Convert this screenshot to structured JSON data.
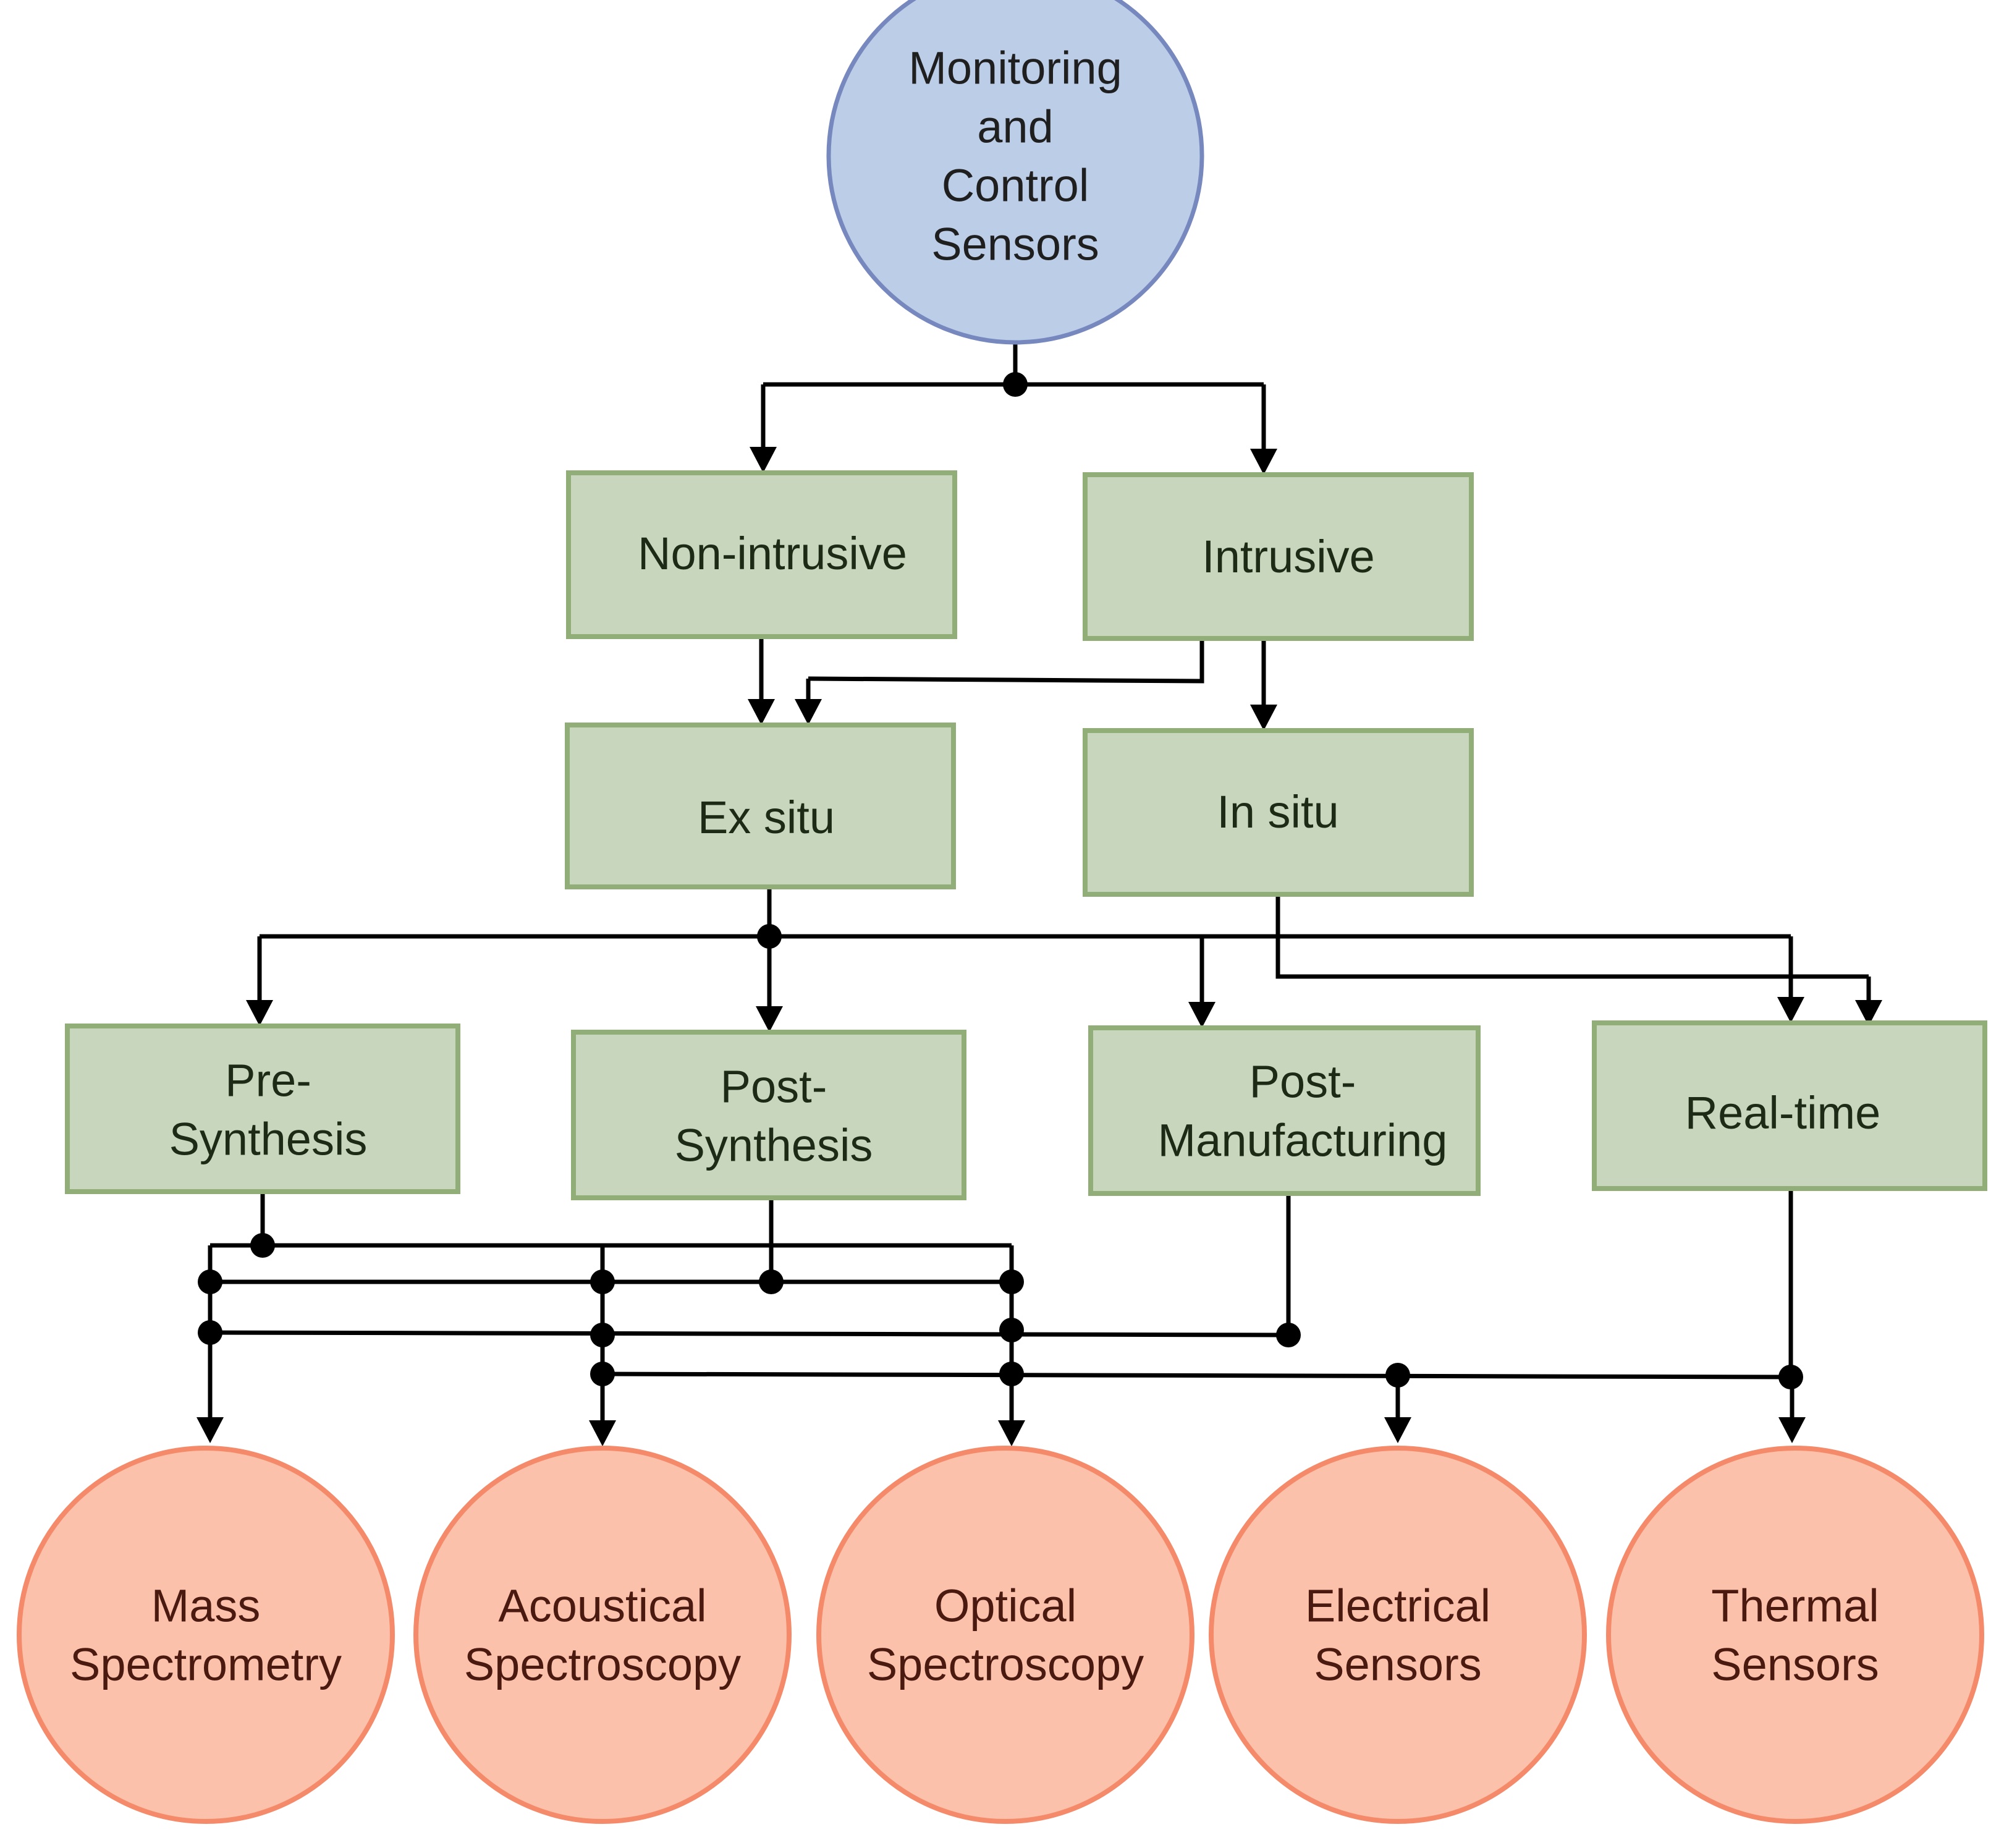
{
  "root": {
    "name": "monitoring-and-control-sensors",
    "lines": [
      "Monitoring",
      "and",
      " Control",
      "Sensors"
    ]
  },
  "level1": [
    {
      "name": "non-intrusive",
      "lines": [
        "Non-intrusive"
      ]
    },
    {
      "name": "intrusive",
      "lines": [
        "Intrusive"
      ]
    }
  ],
  "level2": [
    {
      "name": "ex-situ",
      "lines": [
        "Ex situ"
      ]
    },
    {
      "name": "in-situ",
      "lines": [
        "In situ"
      ]
    }
  ],
  "level3": [
    {
      "name": "pre-synthesis",
      "lines": [
        "Pre-",
        "Synthesis"
      ]
    },
    {
      "name": "post-synthesis",
      "lines": [
        "Post-",
        "Synthesis"
      ]
    },
    {
      "name": "post-manufacturing",
      "lines": [
        "Post-",
        "Manufacturing"
      ]
    },
    {
      "name": "real-time",
      "lines": [
        "Real-time"
      ]
    }
  ],
  "leaves": [
    {
      "name": "mass-spectrometry",
      "lines": [
        "Mass",
        "Spectrometry"
      ]
    },
    {
      "name": "acoustical-spectroscopy",
      "lines": [
        "Acoustical",
        "Spectroscopy"
      ]
    },
    {
      "name": "optical-spectroscopy",
      "lines": [
        "Optical",
        "Spectroscopy"
      ]
    },
    {
      "name": "electrical-sensors",
      "lines": [
        "Electrical",
        "Sensors"
      ]
    },
    {
      "name": "thermal-sensors",
      "lines": [
        "Thermal",
        "Sensors"
      ]
    }
  ],
  "colors": {
    "root_fill": "#bccde8",
    "box_fill": "#c8d6bd",
    "leaf_fill": "#fcc1ab",
    "connector": "#000000"
  }
}
